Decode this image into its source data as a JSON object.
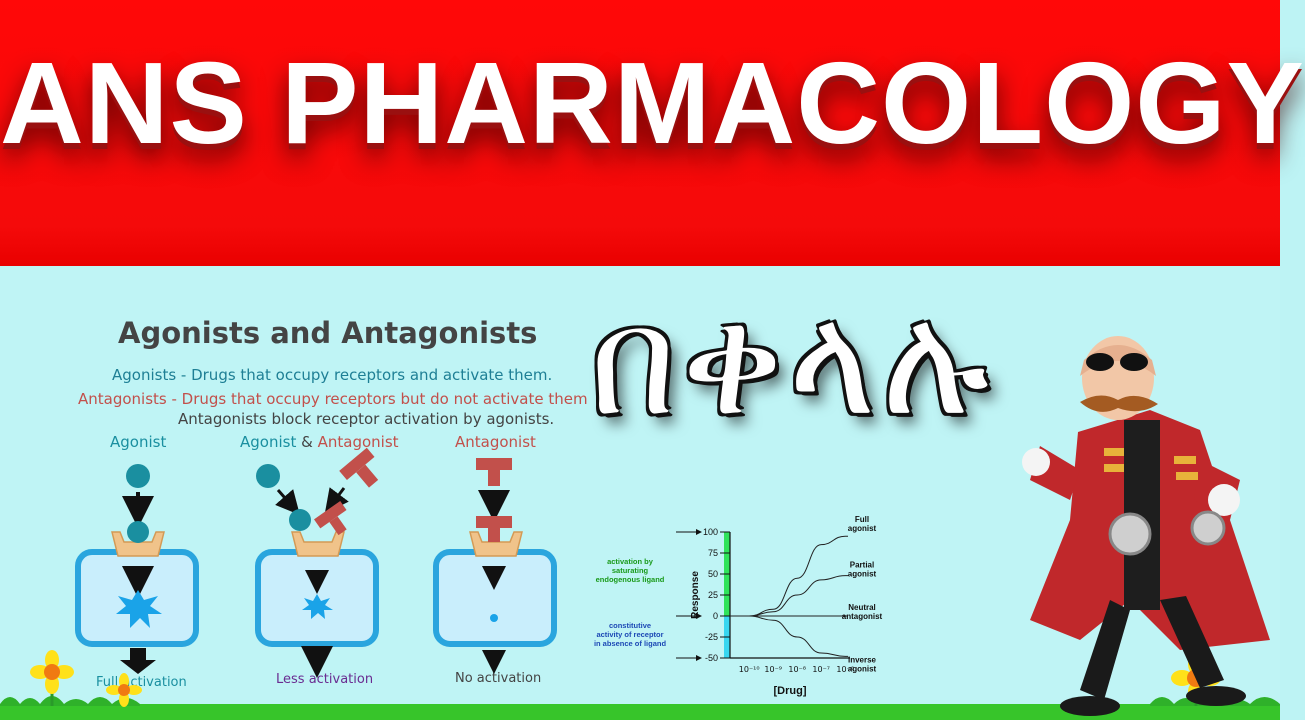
{
  "header": {
    "title": "ANS PHARMACOLOGY"
  },
  "amharic_word": "በቀላሉ",
  "diagram": {
    "title": "Agonists and Antagonists",
    "def_agonist": "Agonists - Drugs that occupy receptors and activate them.",
    "def_antagonist": "Antagonists - Drugs that occupy receptors but do not activate them",
    "def_block": "Antagonists block receptor activation by agonists.",
    "col1": "Agonist",
    "col2_a": "Agonist",
    "col2_amp": "&",
    "col2_b": "Antagonist",
    "col3": "Antagonist",
    "result1": "Full activation",
    "result2": "Less activation",
    "result3": "No activation",
    "colors": {
      "teal": "#1a8fa0",
      "red": "#c2504b",
      "purple": "#6a2c91",
      "cell": "#2aa5de"
    }
  },
  "chart_data": {
    "type": "line",
    "title": "",
    "xlabel": "[Drug]",
    "ylabel": "Response",
    "x": [
      -10,
      -9,
      -8,
      -7,
      -6
    ],
    "x_tick_labels": [
      "10⁻¹⁰",
      "10⁻⁹",
      "10⁻⁸",
      "10⁻⁷",
      "10⁻⁶"
    ],
    "y_ticks": [
      "100",
      "75",
      "50",
      "25",
      "0",
      "-25",
      "-50"
    ],
    "ylim": [
      -50,
      100
    ],
    "series": [
      {
        "name": "Full agonist",
        "values": [
          0,
          8,
          45,
          85,
          95
        ]
      },
      {
        "name": "Partial agonist",
        "values": [
          0,
          5,
          25,
          43,
          48
        ]
      },
      {
        "name": "Neutral antagonist",
        "values": [
          0,
          0,
          0,
          0,
          0
        ]
      },
      {
        "name": "Inverse agonist",
        "values": [
          0,
          -5,
          -25,
          -44,
          -48
        ]
      }
    ],
    "annotation_top": "activation by saturating endogenous ligand",
    "annotation_bottom": "constitutive activity of receptor in absence of ligand",
    "colors": {
      "bar": "#2fe35a",
      "bar_bottom": "#37d6f0",
      "annot_top": "#1a9a1a",
      "annot_bottom": "#1d49b5"
    }
  }
}
